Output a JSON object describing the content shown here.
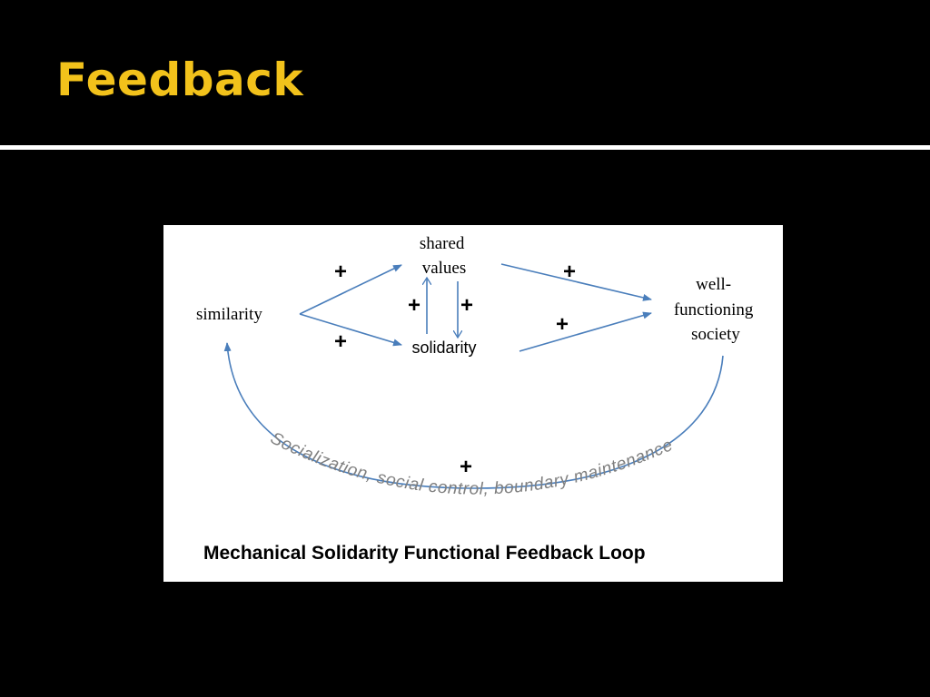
{
  "slide": {
    "title": "Feedback",
    "title_color": "#f2c21b",
    "rule_color": "#ffffff",
    "background": "#000000"
  },
  "diagram": {
    "caption": "Mechanical Solidarity Functional Feedback Loop",
    "arrow_color": "#4a7ebb",
    "loop_text_color": "#7f7f7f",
    "nodes": {
      "similarity": "similarity",
      "shared_values": [
        "shared",
        "values"
      ],
      "solidarity": "solidarity",
      "society": [
        "well-",
        "functioning",
        "society"
      ]
    },
    "signs": {
      "similarity_to_values": "+",
      "similarity_to_solidarity": "+",
      "solidarity_to_values": "+",
      "values_to_solidarity": "+",
      "values_to_society": "+",
      "solidarity_to_society": "+",
      "feedback_loop": "+"
    },
    "feedback_label": "Socialization, social control, boundary maintenance"
  }
}
